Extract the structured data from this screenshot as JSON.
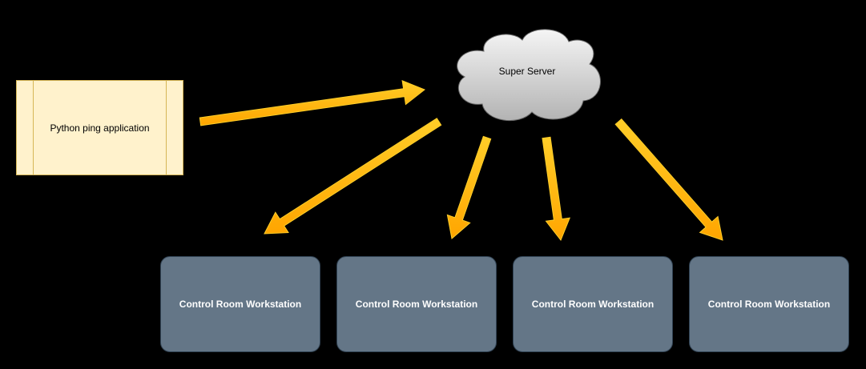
{
  "colors": {
    "background": "#000000",
    "process_fill": "#fff2cc",
    "process_stroke": "#d6b656",
    "workstation_fill": "#647687",
    "workstation_stroke": "#314354",
    "arrow_fill": "#ffb300",
    "arrow_stroke": "#ffcd28"
  },
  "python_app": {
    "label": "Python ping application"
  },
  "super_server": {
    "label": "Super Server"
  },
  "workstations": [
    {
      "label": "Control Room Workstation"
    },
    {
      "label": "Control Room Workstation"
    },
    {
      "label": "Control Room Workstation"
    },
    {
      "label": "Control Room Workstation"
    }
  ]
}
